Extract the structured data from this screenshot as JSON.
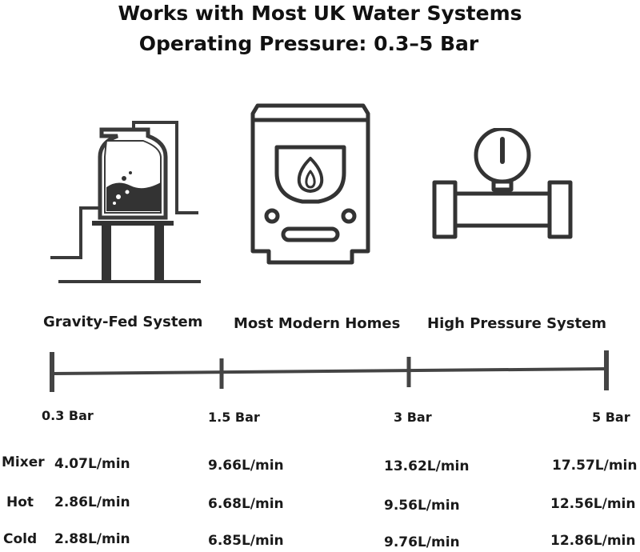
{
  "header": {
    "title": "Works with Most UK Water Systems",
    "subtitle": "Operating Pressure: 0.3–5 Bar"
  },
  "systems": [
    {
      "label": "Gravity-Fed System",
      "icon": "gravity-tank-icon"
    },
    {
      "label": "Most Modern Homes",
      "icon": "boiler-icon"
    },
    {
      "label": "High Pressure System",
      "icon": "pressure-gauge-pipe-icon"
    }
  ],
  "scale": {
    "ticks": [
      "0.3 Bar",
      "1.5 Bar",
      "3 Bar",
      "5 Bar"
    ]
  },
  "flow_table": {
    "rows": [
      {
        "label": "Mixer",
        "values": [
          "4.07L/min",
          "9.66L/min",
          "13.62L/min",
          "17.57L/min"
        ]
      },
      {
        "label": "Hot",
        "values": [
          "2.86L/min",
          "6.68L/min",
          "9.56L/min",
          "12.56L/min"
        ]
      },
      {
        "label": "Cold",
        "values": [
          "2.88L/min",
          "6.85L/min",
          "9.76L/min",
          "12.86L/min"
        ]
      }
    ]
  },
  "colors": {
    "line": "#444444",
    "text": "#1a1a1a"
  }
}
